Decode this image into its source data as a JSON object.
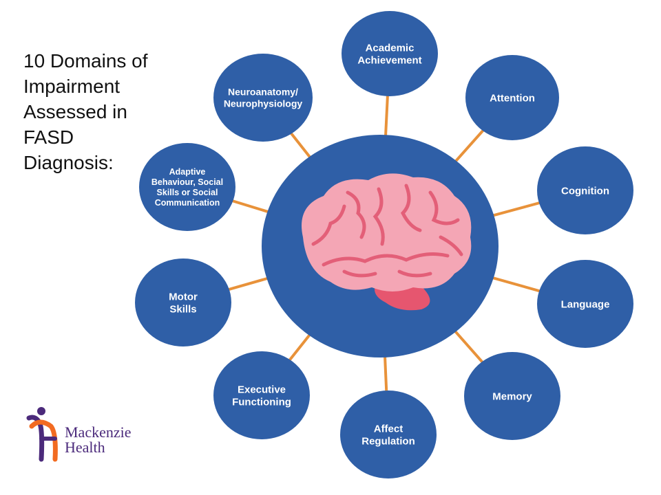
{
  "title_lines": [
    "10 Domains of",
    "Impairment",
    "Assessed in",
    "FASD",
    "Diagnosis:"
  ],
  "center": {
    "icon": "brain-icon"
  },
  "domains": [
    {
      "id": "academic-achievement",
      "lines": [
        "Academic",
        "Achievement"
      ]
    },
    {
      "id": "attention",
      "lines": [
        "Attention"
      ]
    },
    {
      "id": "cognition",
      "lines": [
        "Cognition"
      ]
    },
    {
      "id": "language",
      "lines": [
        "Language"
      ]
    },
    {
      "id": "memory",
      "lines": [
        "Memory"
      ]
    },
    {
      "id": "affect-regulation",
      "lines": [
        "Affect",
        "Regulation"
      ]
    },
    {
      "id": "executive-functioning",
      "lines": [
        "Executive",
        "Functioning"
      ]
    },
    {
      "id": "motor-skills",
      "lines": [
        "Motor",
        "Skills"
      ]
    },
    {
      "id": "adaptive-behaviour",
      "lines": [
        "Adaptive",
        "Behaviour, Social",
        "Skills or Social",
        "Communication"
      ]
    },
    {
      "id": "neuroanatomy",
      "lines": [
        "Neuroanatomy/",
        "Neurophysiology"
      ]
    }
  ],
  "logo": {
    "name_lines": [
      "Mackenzie",
      "Health"
    ],
    "icon": "mackenzie-health-logo-icon"
  },
  "colors": {
    "circle": "#2f5fa7",
    "connector": "#e8923a",
    "brain_fill": "#f4a6b5",
    "brain_lines": "#e35f78",
    "cerebellum": "#e6566f",
    "logo_orange": "#f26b21",
    "logo_purple": "#4b2a7b"
  }
}
